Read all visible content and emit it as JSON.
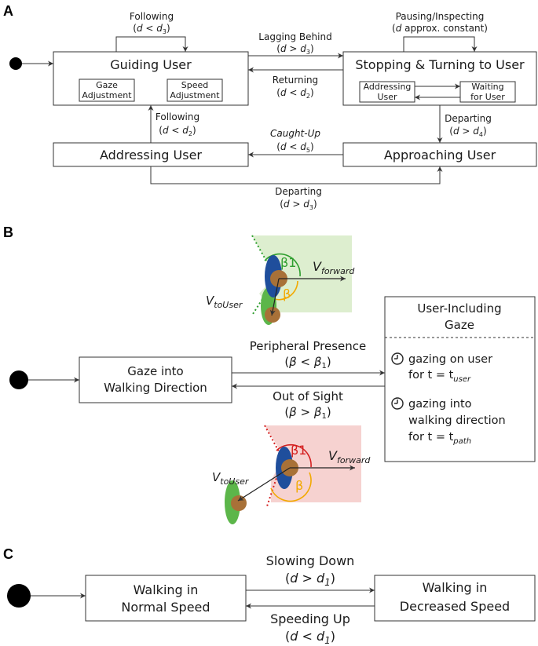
{
  "panels": {
    "a": "A",
    "b": "B",
    "c": "C"
  },
  "panel_a": {
    "guiding_user": "Guiding User",
    "gaze_adjustment_1": "Gaze",
    "gaze_adjustment_2": "Adjustment",
    "speed_adjustment_1": "Speed",
    "speed_adjustment_2": "Adjustment",
    "stopping_turning": "Stopping & Turning to User",
    "addressing_user_sub_1": "Addressing",
    "addressing_user_sub_2": "User",
    "waiting_user_1": "Waiting",
    "waiting_user_2": "for User",
    "addressing_user": "Addressing User",
    "approaching_user": "Approaching User",
    "following_top": "Following",
    "cond_d_lt_d3": "(d < d3)",
    "pausing_inspecting": "Pausing/Inspecting",
    "cond_d_approx_constant": "(d approx. constant)",
    "lagging_behind": "Lagging Behind",
    "cond_d_gt_d3": "(d > d3)",
    "returning": "Returning",
    "cond_d_lt_d2": "(d < d2)",
    "following_left": "Following",
    "departing_right": "Departing",
    "cond_d_gt_d4": "(d > d4)",
    "caught_up": "Caught-Up",
    "cond_d_lt_d5": "(d < d5)",
    "departing_bottom": "Departing"
  },
  "panel_b": {
    "gaze_walking_1": "Gaze into",
    "gaze_walking_2": "Walking Direction",
    "user_including_1": "User-Including",
    "user_including_2": "Gaze",
    "gazing_user_1": "gazing on user",
    "gazing_user_2": "for t = t",
    "t_user_sub": "user",
    "gazing_dir_1": "gazing into",
    "gazing_dir_2": "walking direction",
    "gazing_dir_3": "for t = t",
    "t_path_sub": "path",
    "peripheral_presence": "Peripheral Presence",
    "cond_beta_lt_beta1": "(β < β1)",
    "out_of_sight": "Out of Sight",
    "cond_beta_gt_beta1": "(β > β1)",
    "v": "V",
    "forward_sub": "forward",
    "touser_sub": "toUser",
    "beta": "β",
    "beta1": "β1"
  },
  "panel_c": {
    "normal_1": "Walking in",
    "normal_2": "Normal Speed",
    "decreased_1": "Walking in",
    "decreased_2": "Decreased Speed",
    "slowing_down": "Slowing Down",
    "cond_d_gt_d1": "(d > d1)",
    "speeding_up": "Speeding Up",
    "cond_d_lt_d1": "(d < d1)"
  },
  "colors": {
    "green_zone": "#ddeecf",
    "red_zone": "#f6d2d0",
    "beta_orange": "#f2a900",
    "beta1_green": "#2e9e2e",
    "beta1_red": "#d42020",
    "robot_blue": "#1f4e9c",
    "head_brown": "#a87138",
    "user_green": "#5cb64a"
  }
}
